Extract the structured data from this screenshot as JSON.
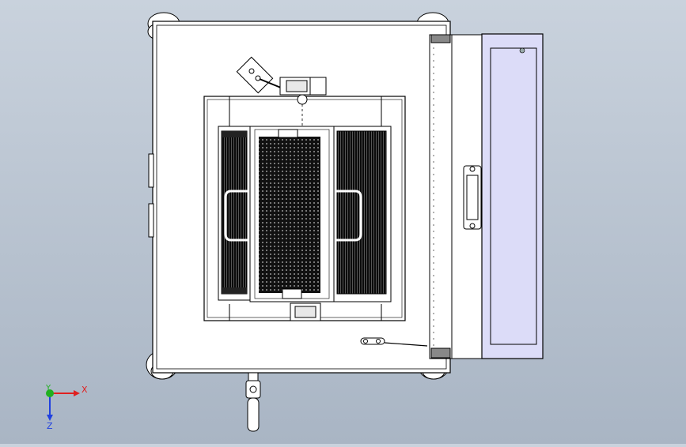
{
  "viewport": {
    "background_top": "#c9d2dd",
    "background_bottom": "#a9b5c4"
  },
  "model": {
    "description_icon_names": [
      "enclosure-body",
      "door-panel",
      "grille",
      "handle",
      "caster-wheel",
      "latch",
      "valve"
    ],
    "line_color": "#000000",
    "fill_color": "#ffffff",
    "door_glass_color": "#dcdcf8",
    "grille_color": "#000000"
  },
  "triad": {
    "x_label": "X",
    "y_label": "Y",
    "z_label": "Z",
    "x_color": "#e02020",
    "y_color": "#20b020",
    "z_color": "#2040e0"
  }
}
